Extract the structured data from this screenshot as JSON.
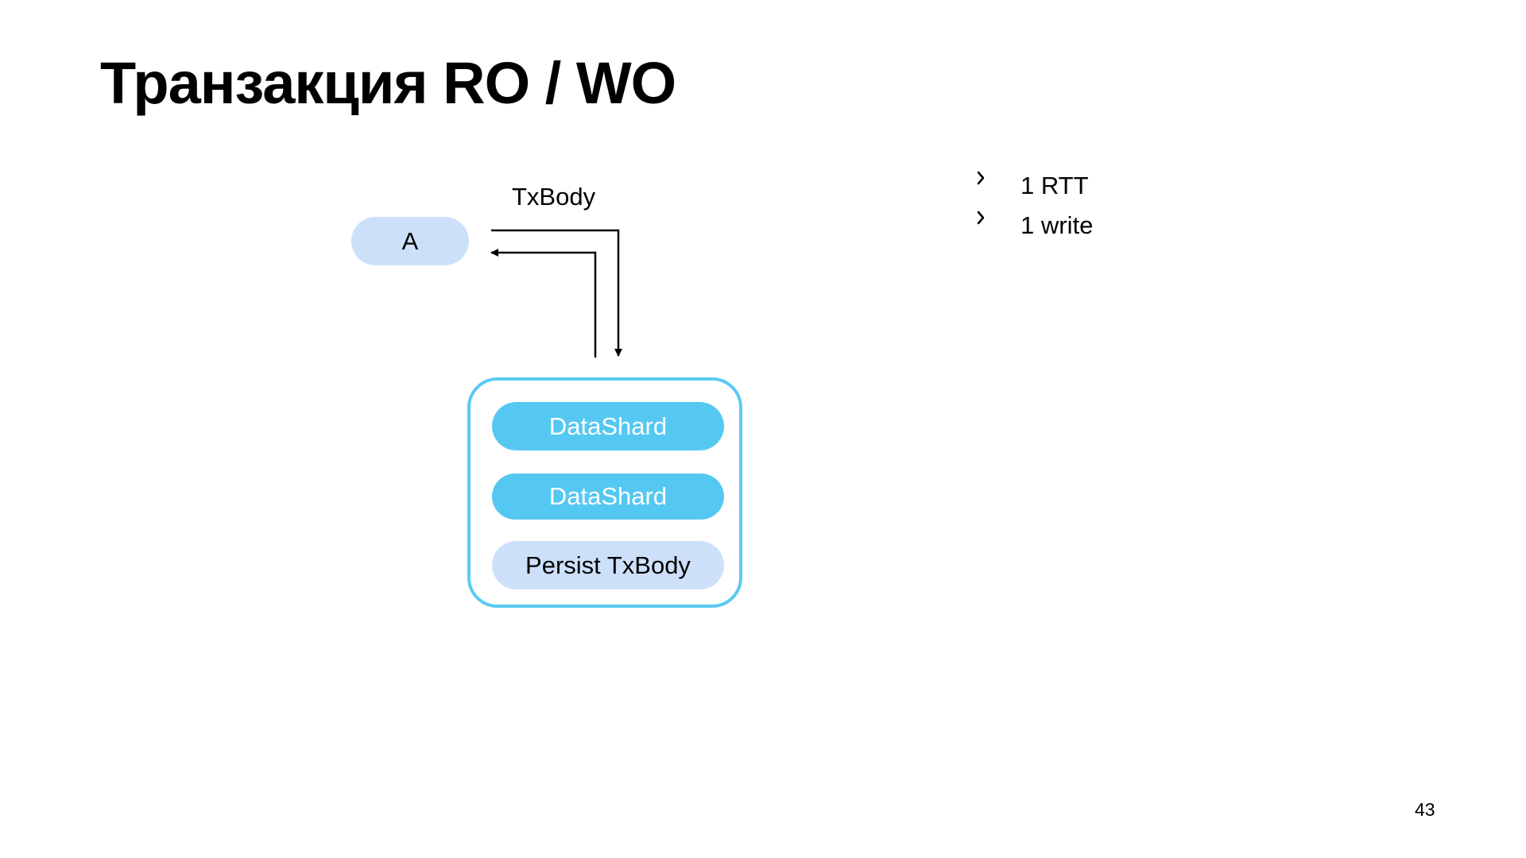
{
  "title": "Транзакция RO / WO",
  "diagram": {
    "edge_label": "TxBody",
    "client_node": "A",
    "shards": [
      "DataShard",
      "DataShard"
    ],
    "persist_step": "Persist TxBody"
  },
  "bullets": [
    "1 RTT",
    "1 write"
  ],
  "page_number": "43",
  "colors": {
    "client_fill": "#cde0fa",
    "shard_fill": "#55c8f1",
    "group_border": "#5ccaf2",
    "persist_fill": "#cde0fa",
    "text": "#000000"
  },
  "icons": {
    "bullet": "chevron-right-icon",
    "connector": "arrow-icon"
  }
}
